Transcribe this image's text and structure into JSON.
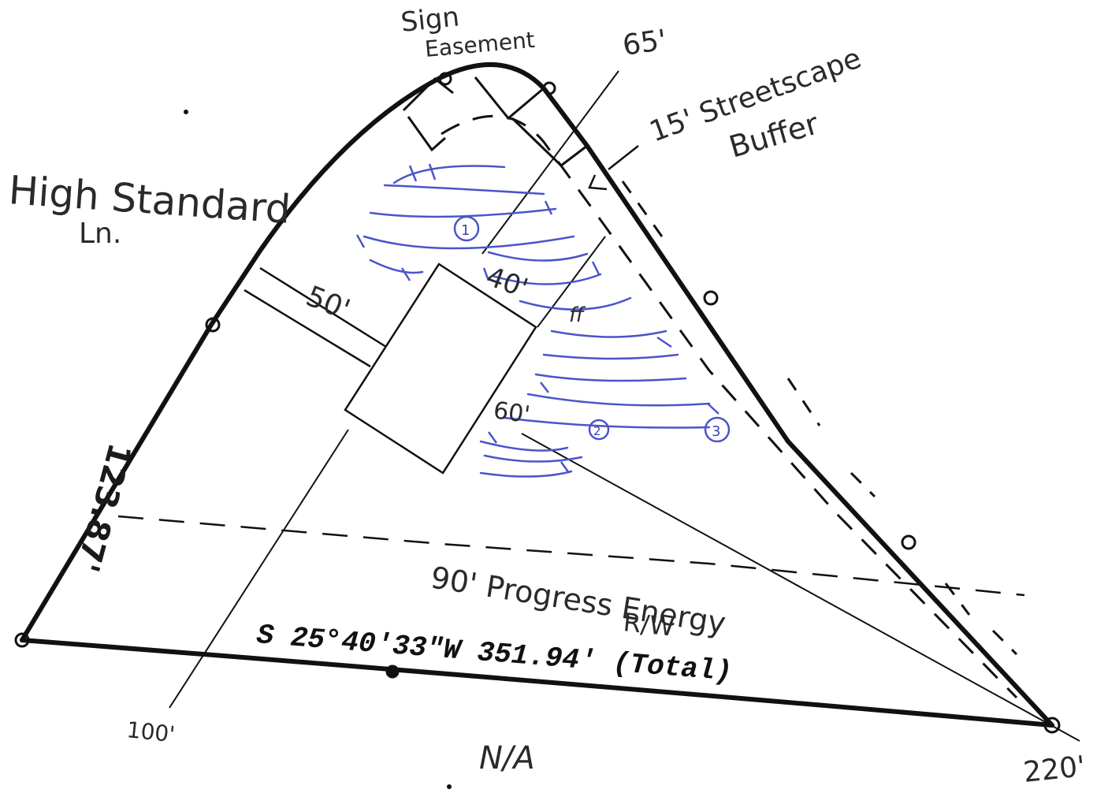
{
  "colors": {
    "ink": "#111111",
    "pencil": "#2a2a2a",
    "blue": "#4a55c8"
  },
  "labels": {
    "sign_easement_line1": "Sign",
    "sign_easement_line2": "Easement",
    "dim_65": "65'",
    "streetscape_line1": "15' Streetscape",
    "streetscape_line2": "Buffer",
    "road_line1": "High Standard",
    "road_line2": "Ln.",
    "dim_50": "50'",
    "dim_40": "40'",
    "dim_60": "60'",
    "side_length": "123.87'",
    "row_line1": "90' Progress Energy",
    "row_line2": "R/W",
    "bearing": "S 25°40'33\"W 351.94' (Total)",
    "dim_100": "100'",
    "dim_220": "220'",
    "north_note": "N/A"
  },
  "markers": {
    "marker_1": "1",
    "marker_2": "2",
    "marker_3": "3"
  }
}
